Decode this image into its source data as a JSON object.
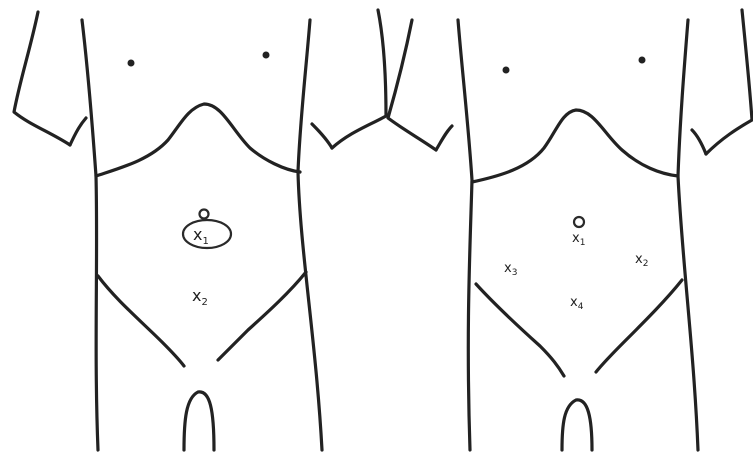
{
  "left_figure": {
    "markers": {
      "x1": {
        "x": "x",
        "sub": "1"
      },
      "x2": {
        "x": "x",
        "sub": "2"
      }
    }
  },
  "right_figure": {
    "markers": {
      "x1": {
        "x": "x",
        "sub": "1"
      },
      "x2": {
        "x": "x",
        "sub": "2"
      },
      "x3": {
        "x": "x",
        "sub": "3"
      },
      "x4": {
        "x": "x",
        "sub": "4"
      }
    }
  },
  "ink_color": "#222222",
  "background_color": "#ffffff"
}
